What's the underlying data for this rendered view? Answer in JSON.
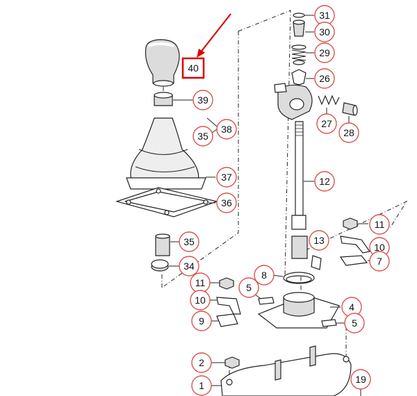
{
  "diagram": {
    "highlight": {
      "label": "40",
      "color": "#e00000"
    },
    "callout_color": "#d9534f",
    "callouts": [
      "31",
      "30",
      "29",
      "26",
      "27",
      "28",
      "12",
      "39",
      "38",
      "35",
      "37",
      "36",
      "35",
      "34",
      "11",
      "10",
      "7",
      "13",
      "8",
      "5",
      "4",
      "5",
      "11",
      "10",
      "9",
      "2",
      "1",
      "19"
    ]
  }
}
